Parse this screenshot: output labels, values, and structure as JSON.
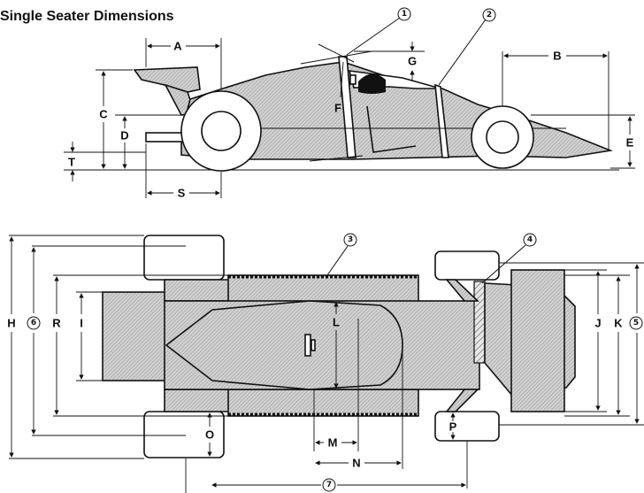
{
  "title": "Single Seater Dimensions",
  "labels": {
    "A": "A",
    "B": "B",
    "C": "C",
    "D": "D",
    "E": "E",
    "F": "F",
    "G": "G",
    "T": "T",
    "S": "S",
    "H": "H",
    "R": "R",
    "I": "I",
    "L": "L",
    "J": "J",
    "K": "K",
    "M": "M",
    "N": "N",
    "O": "O",
    "P": "P"
  },
  "callouts": {
    "c1": "1",
    "c2": "2",
    "c3": "3",
    "c4": "4",
    "c5": "5",
    "c6": "6",
    "c7": "7"
  }
}
